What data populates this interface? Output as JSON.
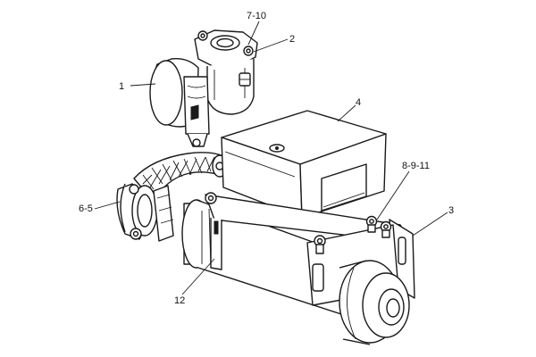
{
  "callouts": [
    {
      "id": "c1",
      "label": "1"
    },
    {
      "id": "c2",
      "label": "2"
    },
    {
      "id": "c3",
      "label": "3"
    },
    {
      "id": "c4",
      "label": "4"
    },
    {
      "id": "c65",
      "label": "6-5"
    },
    {
      "id": "c710",
      "label": "7-10"
    },
    {
      "id": "c8911",
      "label": "8-9-11"
    },
    {
      "id": "c12",
      "label": "12"
    }
  ],
  "colors": {
    "ink": "#1a1a1a",
    "background": "#ffffff"
  }
}
